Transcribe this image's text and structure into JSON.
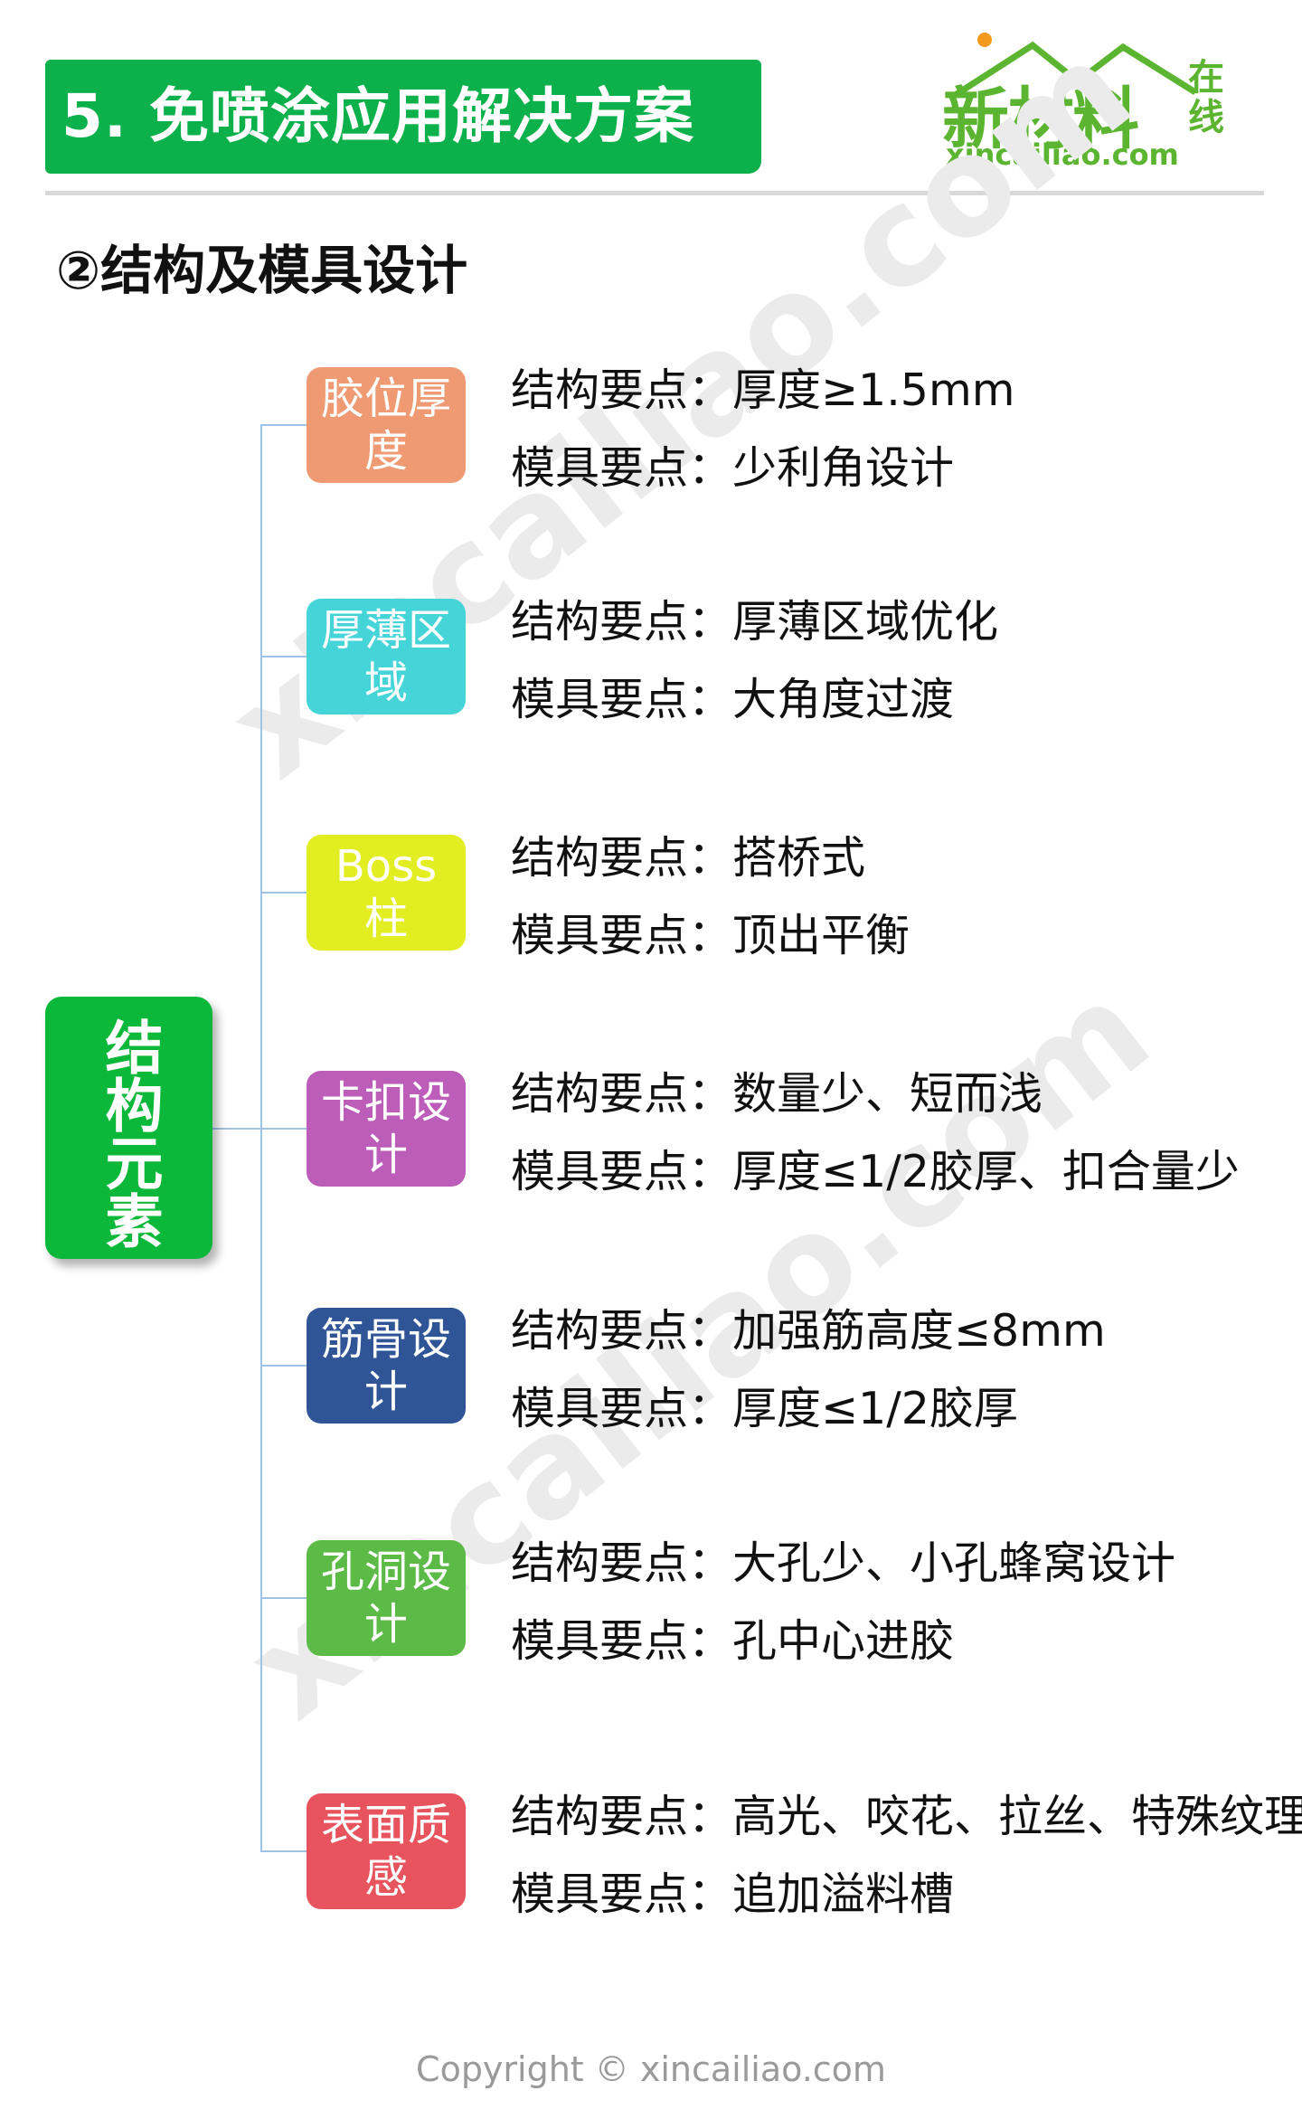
{
  "header": {
    "title": "5. 免喷涂应用解决方案"
  },
  "logo": {
    "cn": "新材料",
    "cn_side": "在线",
    "domain": "xincailiao.com"
  },
  "subtitle": "②结构及模具设计",
  "watermark": "xincailiao.com",
  "root": {
    "label": "结构元素",
    "color": "#0cb83a"
  },
  "items": [
    {
      "label": "胶位厚度",
      "color": "#ef9a72",
      "structure": "结构要点：厚度≥1.5mm",
      "mold": "模具要点：少利角设计"
    },
    {
      "label": "厚薄区域",
      "color": "#45d5d9",
      "structure": "结构要点：厚薄区域优化",
      "mold": "模具要点：大角度过渡"
    },
    {
      "label": "Boss柱",
      "color": "#e2ee21",
      "structure": "结构要点：搭桥式",
      "mold": "模具要点：顶出平衡"
    },
    {
      "label": "卡扣设计",
      "color": "#bb5db9",
      "structure": "结构要点：数量少、短而浅",
      "mold": "模具要点：厚度≤1/2胶厚、扣合量少"
    },
    {
      "label": "筋骨设计",
      "color": "#2f5597",
      "structure": "结构要点：加强筋高度≤8mm",
      "mold": "模具要点：厚度≤1/2胶厚"
    },
    {
      "label": "孔洞设计",
      "color": "#5cbb46",
      "structure": "结构要点：大孔少、小孔蜂窝设计",
      "mold": "模具要点：孔中心进胶"
    },
    {
      "label": "表面质感",
      "color": "#e8545d",
      "structure": "结构要点：高光、咬花、拉丝、特殊纹理",
      "mold": "模具要点：追加溢料槽"
    }
  ],
  "copyright": "Copyright © xincailiao.com"
}
